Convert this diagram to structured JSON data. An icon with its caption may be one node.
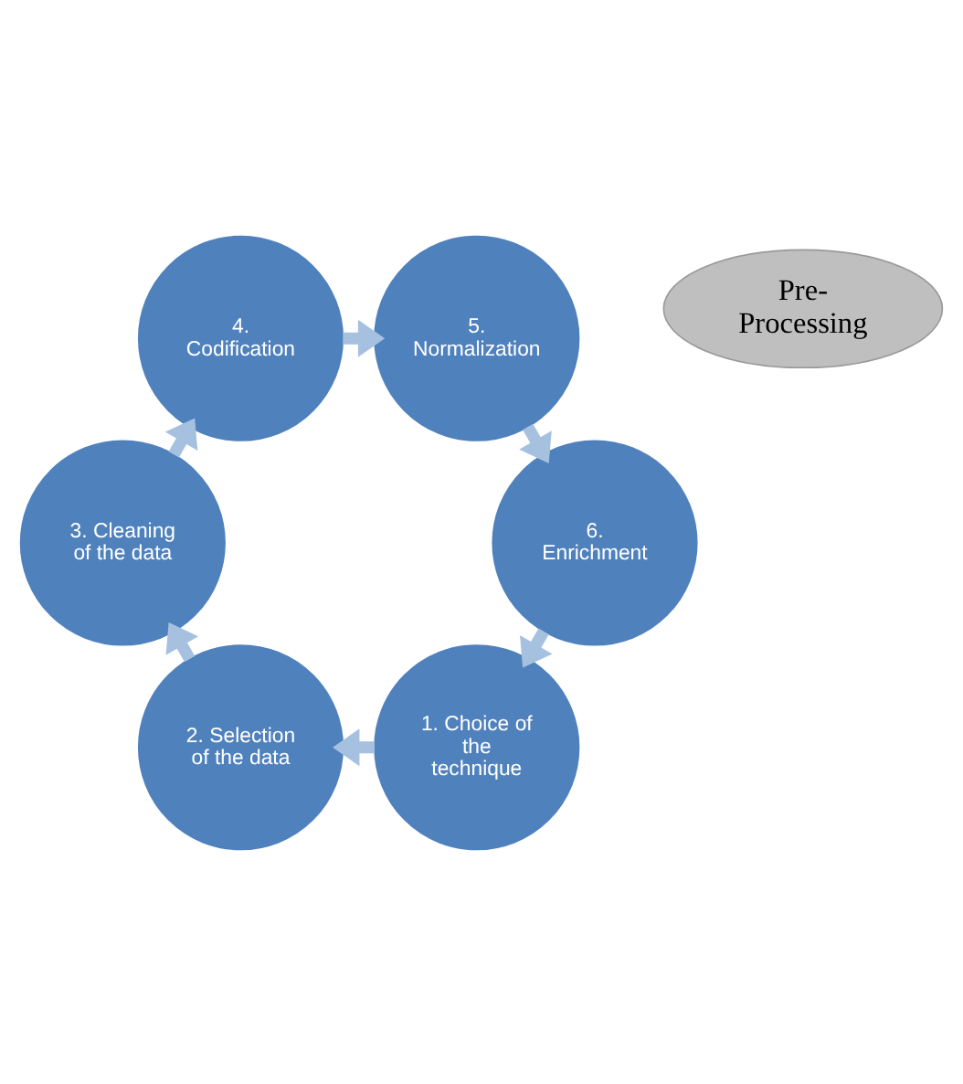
{
  "diagram": {
    "nodes": [
      {
        "text": [
          "Pre-Processing"
        ]
      },
      {
        "text": [
          "1. Choice of the technique"
        ]
      },
      {
        "text": [
          "2. Selection of the data"
        ]
      },
      {
        "text": [
          "3. Cleaning of the data"
        ]
      },
      {
        "text": [
          "4. Codification"
        ]
      },
      {
        "text": [
          "5. Normalization"
        ]
      },
      {
        "text": [
          "6. Enrichment"
        ]
      }
    ],
    "edges": [
      {
        "from": 1,
        "to": 2,
        "arrow": "to"
      },
      {
        "from": 2,
        "to": 3,
        "arrow": "to"
      },
      {
        "from": 3,
        "to": 4,
        "arrow": "to"
      },
      {
        "from": 4,
        "to": 5,
        "arrow": "to"
      },
      {
        "from": 5,
        "to": 6,
        "arrow": "to"
      },
      {
        "from": 6,
        "to": 1,
        "arrow": "to"
      }
    ]
  }
}
